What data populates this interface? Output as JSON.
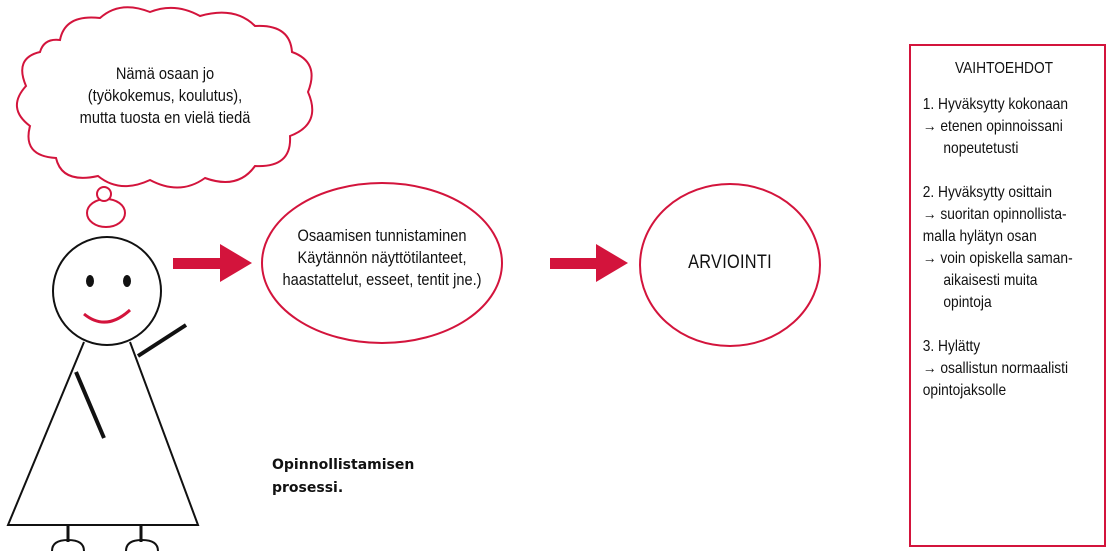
{
  "thought_bubble": {
    "lines": [
      "Nämä osaan jo",
      "(työkokemus, koulutus),",
      "mutta tuosta en vielä tiedä"
    ]
  },
  "process_ellipse": {
    "lines": [
      "Osaamisen tunnistaminen",
      "Käytännön näyttötilanteet,",
      "haastattelut, esseet, tentit jne.)"
    ]
  },
  "assessment_ellipse": {
    "label": "ARVIOINTI"
  },
  "caption": {
    "lines": [
      "Opinnollistamisen",
      "prosessi."
    ]
  },
  "options": {
    "title": "VAIHTOEHDOT",
    "items": [
      {
        "heading": "1. Hyväksytty kokonaan",
        "lines": [
          "→ etenen opinnoissani",
          "nopeutetusti"
        ]
      },
      {
        "heading": "2. Hyväksytty osittain",
        "lines": [
          "→ suoritan opinnollista-",
          "malla hylätyn osan",
          "→ voin opiskella saman-",
          "aikaisesti muita",
          "opintoja"
        ]
      },
      {
        "heading": "3. Hylätty",
        "lines": [
          "→ osallistun normaalisti",
          "opintojaksolle"
        ]
      }
    ]
  },
  "colors": {
    "accent": "#d3143c",
    "line": "#111111",
    "background": "#ffffff"
  }
}
